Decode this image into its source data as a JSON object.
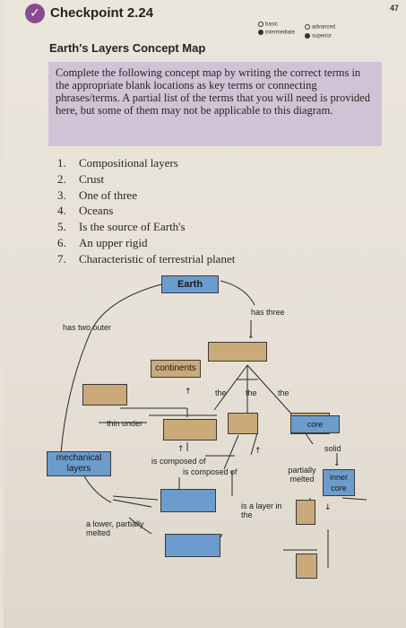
{
  "header": {
    "page_number": "47",
    "checkmark_glyph": "✓",
    "checkpoint": "Checkpoint 2.24",
    "title": "Earth's Layers Concept Map",
    "legend": [
      "basic",
      "intermediate",
      "advanced",
      "superior"
    ]
  },
  "instructions": "Complete the following concept map by writing the correct terms in the appropriate blank locations as key terms or connecting phrases/terms. A partial list of the terms that you will need is provided here, but some of them may not be applicable to this diagram.",
  "terms": [
    {
      "num": "1.",
      "text": "Compositional layers"
    },
    {
      "num": "2.",
      "text": "Crust"
    },
    {
      "num": "3.",
      "text": "One of three"
    },
    {
      "num": "4.",
      "text": "Oceans"
    },
    {
      "num": "5.",
      "text": "Is the source of Earth's"
    },
    {
      "num": "6.",
      "text": "An upper rigid"
    },
    {
      "num": "7.",
      "text": "Characteristic of terrestrial planet"
    }
  ],
  "concept_map": {
    "earth": "Earth",
    "has_two_outer": "has two outer",
    "has_three": "has three",
    "continents": "continents",
    "the_1": "the",
    "the_2": "the",
    "the_3": "the",
    "thin_under": "thin under",
    "core": "core",
    "solid": "solid",
    "mechanical_layers": "mechanical layers",
    "is_composed_of_1": "is composed of",
    "is_composed_of_2": "is composed of",
    "partially_melted": "partially melted",
    "inner_core": "inner core",
    "is_a_layer_in_the": "is a layer in the",
    "a_lower_partially_melted": "a lower, partially melted",
    "colors": {
      "blue_box": "#6b9ccd",
      "tan_box": "#c9aa78",
      "instructions_bg": "#cfc3d6",
      "badge": "#8b4a8e"
    }
  }
}
